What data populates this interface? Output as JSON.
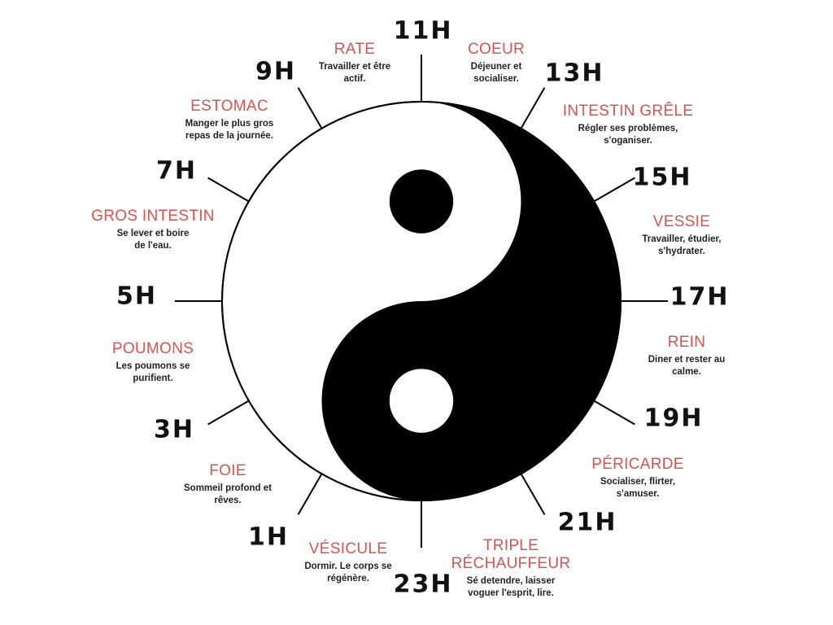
{
  "colors": {
    "accent": "#d9534f",
    "ink": "#111111",
    "yin": "#000000",
    "yang": "#ffffff"
  },
  "hours": [
    {
      "label": "11H",
      "angle": 0
    },
    {
      "label": "13H",
      "angle": 30
    },
    {
      "label": "15H",
      "angle": 60
    },
    {
      "label": "17H",
      "angle": 90
    },
    {
      "label": "19H",
      "angle": 120
    },
    {
      "label": "21H",
      "angle": 150
    },
    {
      "label": "23H",
      "angle": 180
    },
    {
      "label": "1H",
      "angle": 210
    },
    {
      "label": "3H",
      "angle": 240
    },
    {
      "label": "5H",
      "angle": 270
    },
    {
      "label": "7H",
      "angle": 300
    },
    {
      "label": "9H",
      "angle": 330
    }
  ],
  "organs": [
    {
      "name": "COEUR",
      "desc": "Déjeuner et socialiser."
    },
    {
      "name": "INTESTIN GRÊLE",
      "desc": "Régler ses problèmes, s'oganiser."
    },
    {
      "name": "VESSIE",
      "desc": "Travailler, étudier, s'hydrater."
    },
    {
      "name": "REIN",
      "desc": "Diner et rester au calme."
    },
    {
      "name": "PÉRICARDE",
      "desc": "Socialiser, flirter, s'amuser."
    },
    {
      "name": "TRIPLE RÉCHAUFFEUR",
      "desc": "Sé detendre, laisser voguer l'esprit, lire."
    },
    {
      "name": "VÉSICULE",
      "desc": "Dormir. Le corps se régénère."
    },
    {
      "name": "FOIE",
      "desc": "Sommeil profond et rêves."
    },
    {
      "name": "POUMONS",
      "desc": "Les poumons se purifient."
    },
    {
      "name": "GROS INTESTIN",
      "desc": "Se lever et boire de l'eau."
    },
    {
      "name": "ESTOMAC",
      "desc": "Manger le plus gros repas de la journée."
    },
    {
      "name": "RATE",
      "desc": "Travailler et être actif."
    }
  ]
}
